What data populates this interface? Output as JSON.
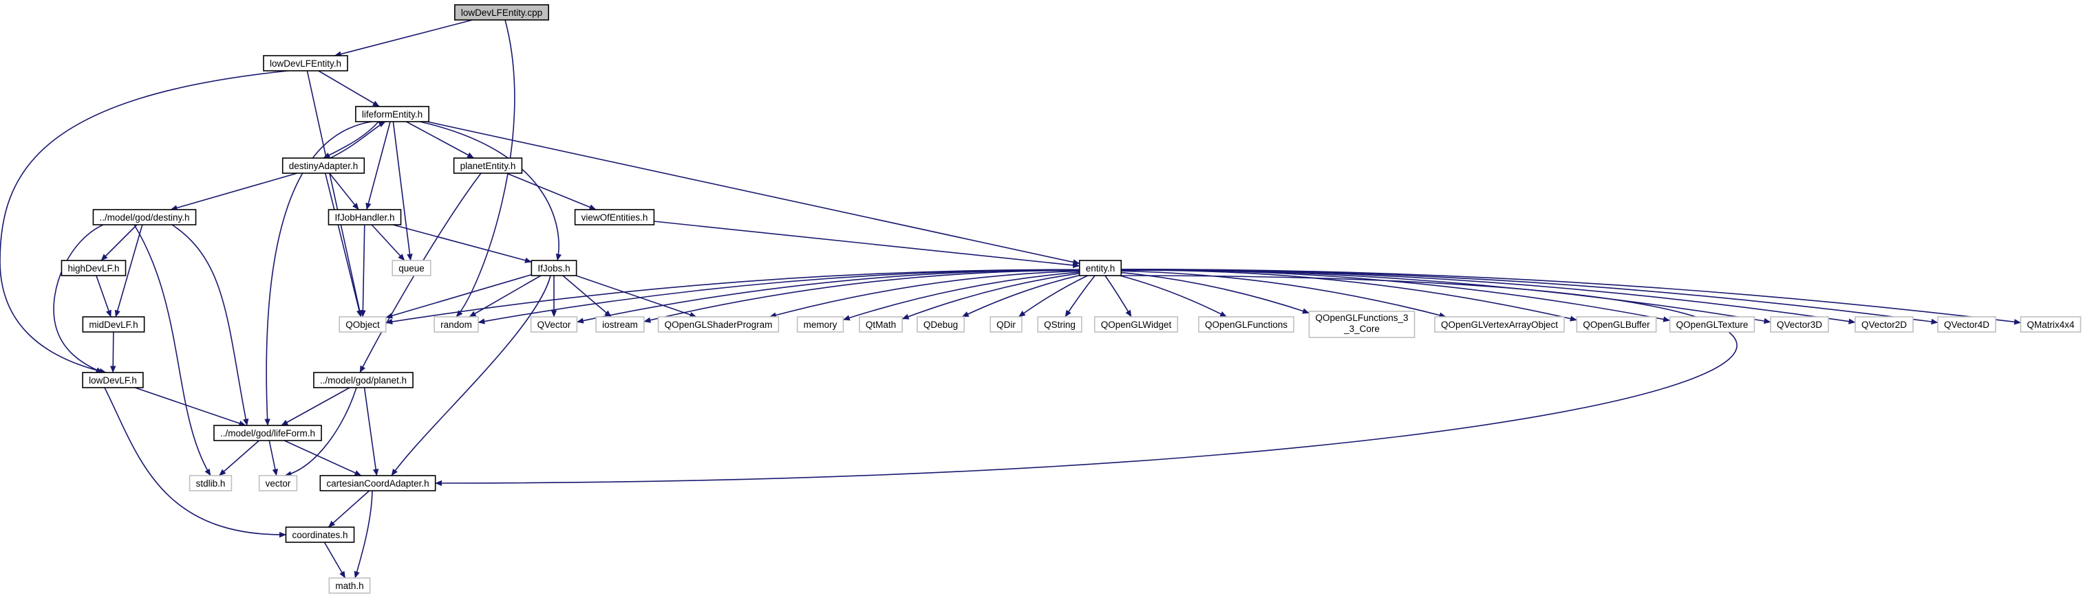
{
  "diagram": {
    "nodes": [
      {
        "id": "root",
        "label": "lowDevLFEntity.cpp",
        "kind": "root"
      },
      {
        "id": "lowDevLFEntity_h",
        "label": "lowDevLFEntity.h",
        "kind": "local"
      },
      {
        "id": "lifeformEntity_h",
        "label": "lifeformEntity.h",
        "kind": "local"
      },
      {
        "id": "destinyAdapter_h",
        "label": "destinyAdapter.h",
        "kind": "local"
      },
      {
        "id": "planetEntity_h",
        "label": "planetEntity.h",
        "kind": "local"
      },
      {
        "id": "destiny_h",
        "label": "../model/god/destiny.h",
        "kind": "local"
      },
      {
        "id": "IfJobHandler_h",
        "label": "IfJobHandler.h",
        "kind": "local"
      },
      {
        "id": "viewOfEntities_h",
        "label": "viewOfEntities.h",
        "kind": "local"
      },
      {
        "id": "highDevLF_h",
        "label": "highDevLF.h",
        "kind": "local"
      },
      {
        "id": "queue",
        "label": "queue",
        "kind": "external"
      },
      {
        "id": "IfJobs_h",
        "label": "IfJobs.h",
        "kind": "local"
      },
      {
        "id": "entity_h",
        "label": "entity.h",
        "kind": "local"
      },
      {
        "id": "midDevLF_h",
        "label": "midDevLF.h",
        "kind": "local"
      },
      {
        "id": "QObject",
        "label": "QObject",
        "kind": "external"
      },
      {
        "id": "random",
        "label": "random",
        "kind": "external"
      },
      {
        "id": "QVector",
        "label": "QVector",
        "kind": "external"
      },
      {
        "id": "iostream",
        "label": "iostream",
        "kind": "external"
      },
      {
        "id": "QOpenGLShaderProgram",
        "label": "QOpenGLShaderProgram",
        "kind": "external"
      },
      {
        "id": "memory",
        "label": "memory",
        "kind": "external"
      },
      {
        "id": "QtMath",
        "label": "QtMath",
        "kind": "external"
      },
      {
        "id": "QDebug",
        "label": "QDebug",
        "kind": "external"
      },
      {
        "id": "QDir",
        "label": "QDir",
        "kind": "external"
      },
      {
        "id": "QString",
        "label": "QString",
        "kind": "external"
      },
      {
        "id": "QOpenGLWidget",
        "label": "QOpenGLWidget",
        "kind": "external"
      },
      {
        "id": "QOpenGLFunctions",
        "label": "QOpenGLFunctions",
        "kind": "external"
      },
      {
        "id": "QOpenGLFunctions_3_3_Core",
        "label": "QOpenGLFunctions_3_3_Core",
        "lines": [
          "QOpenGLFunctions_3",
          "_3_Core"
        ],
        "kind": "external"
      },
      {
        "id": "QOpenGLVertexArrayObject",
        "label": "QOpenGLVertexArrayObject",
        "kind": "external"
      },
      {
        "id": "QOpenGLBuffer",
        "label": "QOpenGLBuffer",
        "kind": "external"
      },
      {
        "id": "QOpenGLTexture",
        "label": "QOpenGLTexture",
        "kind": "external"
      },
      {
        "id": "QVector3D",
        "label": "QVector3D",
        "kind": "external"
      },
      {
        "id": "QVector2D",
        "label": "QVector2D",
        "kind": "external"
      },
      {
        "id": "QVector4D",
        "label": "QVector4D",
        "kind": "external"
      },
      {
        "id": "QMatrix4x4",
        "label": "QMatrix4x4",
        "kind": "external"
      },
      {
        "id": "lowDevLF_h",
        "label": "lowDevLF.h",
        "kind": "local"
      },
      {
        "id": "planet_h",
        "label": "../model/god/planet.h",
        "kind": "local"
      },
      {
        "id": "lifeForm_h",
        "label": "../model/god/lifeForm.h",
        "kind": "local"
      },
      {
        "id": "stdlib_h",
        "label": "stdlib.h",
        "kind": "external"
      },
      {
        "id": "vector",
        "label": "vector",
        "kind": "external"
      },
      {
        "id": "cartesianCoordAdapter_h",
        "label": "cartesianCoordAdapter.h",
        "kind": "local"
      },
      {
        "id": "coordinates_h",
        "label": "coordinates.h",
        "kind": "local"
      },
      {
        "id": "math_h",
        "label": "math.h",
        "kind": "external"
      }
    ],
    "edges": [
      [
        "root",
        "lowDevLFEntity_h"
      ],
      [
        "root",
        "random"
      ],
      [
        "lowDevLFEntity_h",
        "lifeformEntity_h"
      ],
      [
        "lowDevLFEntity_h",
        "QObject"
      ],
      [
        "lowDevLFEntity_h",
        "lowDevLF_h"
      ],
      [
        "lifeformEntity_h",
        "destinyAdapter_h"
      ],
      [
        "lifeformEntity_h",
        "planetEntity_h"
      ],
      [
        "lifeformEntity_h",
        "IfJobHandler_h"
      ],
      [
        "lifeformEntity_h",
        "queue"
      ],
      [
        "lifeformEntity_h",
        "IfJobs_h"
      ],
      [
        "lifeformEntity_h",
        "entity_h"
      ],
      [
        "lifeformEntity_h",
        "lifeForm_h"
      ],
      [
        "destinyAdapter_h",
        "lifeformEntity_h"
      ],
      [
        "destinyAdapter_h",
        "destiny_h"
      ],
      [
        "destinyAdapter_h",
        "IfJobHandler_h"
      ],
      [
        "destinyAdapter_h",
        "QObject"
      ],
      [
        "planetEntity_h",
        "viewOfEntities_h"
      ],
      [
        "planetEntity_h",
        "planet_h"
      ],
      [
        "destiny_h",
        "highDevLF_h"
      ],
      [
        "destiny_h",
        "midDevLF_h"
      ],
      [
        "destiny_h",
        "lowDevLF_h"
      ],
      [
        "destiny_h",
        "lifeForm_h"
      ],
      [
        "destiny_h",
        "stdlib_h"
      ],
      [
        "IfJobHandler_h",
        "queue"
      ],
      [
        "IfJobHandler_h",
        "IfJobs_h"
      ],
      [
        "IfJobHandler_h",
        "QObject"
      ],
      [
        "viewOfEntities_h",
        "entity_h"
      ],
      [
        "highDevLF_h",
        "midDevLF_h"
      ],
      [
        "midDevLF_h",
        "lowDevLF_h"
      ],
      [
        "IfJobs_h",
        "QObject"
      ],
      [
        "IfJobs_h",
        "random"
      ],
      [
        "IfJobs_h",
        "QVector"
      ],
      [
        "IfJobs_h",
        "iostream"
      ],
      [
        "IfJobs_h",
        "QOpenGLShaderProgram"
      ],
      [
        "IfJobs_h",
        "cartesianCoordAdapter_h"
      ],
      [
        "entity_h",
        "QObject"
      ],
      [
        "entity_h",
        "random"
      ],
      [
        "entity_h",
        "QVector"
      ],
      [
        "entity_h",
        "iostream"
      ],
      [
        "entity_h",
        "QOpenGLShaderProgram"
      ],
      [
        "entity_h",
        "memory"
      ],
      [
        "entity_h",
        "QtMath"
      ],
      [
        "entity_h",
        "QDebug"
      ],
      [
        "entity_h",
        "QDir"
      ],
      [
        "entity_h",
        "QString"
      ],
      [
        "entity_h",
        "QOpenGLWidget"
      ],
      [
        "entity_h",
        "QOpenGLFunctions"
      ],
      [
        "entity_h",
        "QOpenGLFunctions_3_3_Core"
      ],
      [
        "entity_h",
        "QOpenGLVertexArrayObject"
      ],
      [
        "entity_h",
        "QOpenGLBuffer"
      ],
      [
        "entity_h",
        "QOpenGLTexture"
      ],
      [
        "entity_h",
        "QVector3D"
      ],
      [
        "entity_h",
        "QVector2D"
      ],
      [
        "entity_h",
        "QVector4D"
      ],
      [
        "entity_h",
        "QMatrix4x4"
      ],
      [
        "entity_h",
        "cartesianCoordAdapter_h"
      ],
      [
        "lowDevLF_h",
        "lifeForm_h"
      ],
      [
        "lowDevLF_h",
        "coordinates_h"
      ],
      [
        "planet_h",
        "lifeForm_h"
      ],
      [
        "planet_h",
        "vector"
      ],
      [
        "planet_h",
        "cartesianCoordAdapter_h"
      ],
      [
        "lifeForm_h",
        "stdlib_h"
      ],
      [
        "lifeForm_h",
        "vector"
      ],
      [
        "lifeForm_h",
        "cartesianCoordAdapter_h"
      ],
      [
        "cartesianCoordAdapter_h",
        "coordinates_h"
      ],
      [
        "cartesianCoordAdapter_h",
        "math_h"
      ],
      [
        "coordinates_h",
        "math_h"
      ]
    ]
  },
  "colors": {
    "edge": "#191970",
    "root_fill": "#bfbfbf",
    "node_fill": "#ffffff",
    "local_border": "#000000",
    "external_border": "#bfbfbf"
  }
}
